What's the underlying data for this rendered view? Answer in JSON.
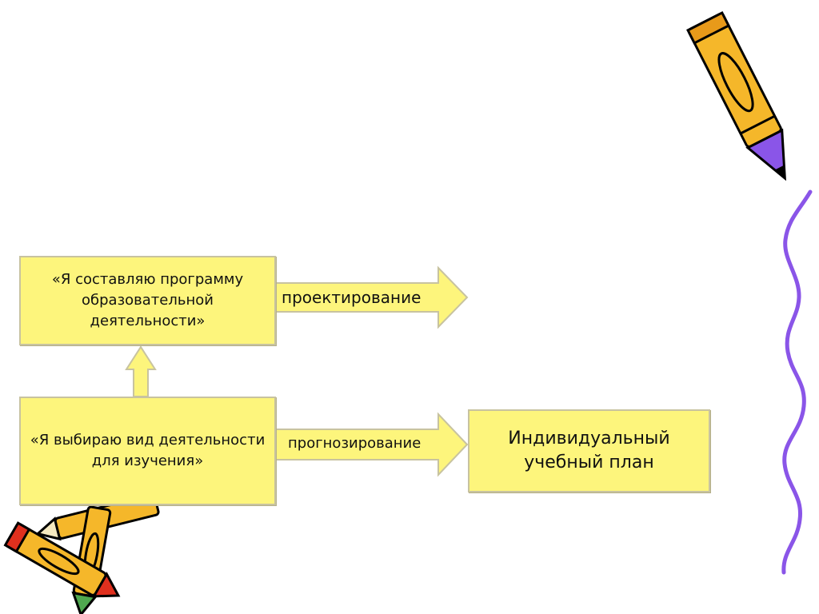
{
  "diagram": {
    "nodes": {
      "program": "«Я составляю программу образовательной деятельности»",
      "choice": "«Я выбираю вид деятельности для изучения»",
      "plan": "Индивидуальный учебный план"
    },
    "edges": {
      "projecting": "проектирование",
      "forecasting": "прогнозирование"
    }
  },
  "colors": {
    "box_fill": "#fdf57c",
    "box_border": "#c8c3a0",
    "arrow_fill": "#fdf57c",
    "pencil_body": "#f5b72a",
    "pencil_tip": "#8a55e8",
    "squiggle": "#8a55e8"
  },
  "icons": [
    "pencil-icon",
    "pencils-cluster-icon",
    "squiggle-line-icon"
  ]
}
